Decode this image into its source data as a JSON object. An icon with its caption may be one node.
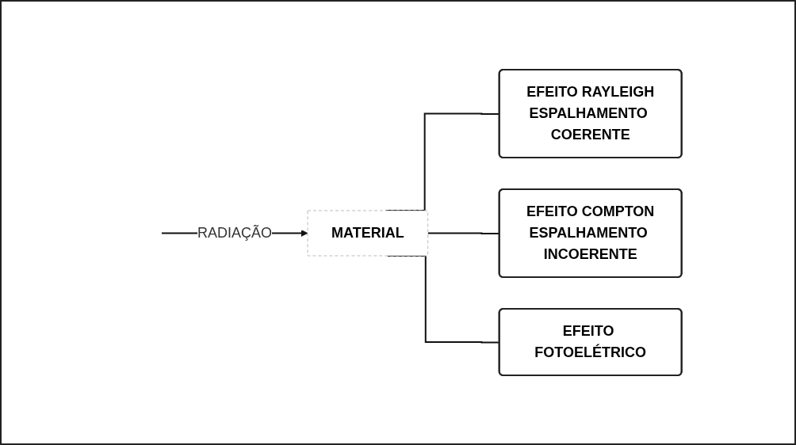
{
  "diagram": {
    "nodes": [
      {
        "text": [
          "MATERIAL"
        ]
      },
      {
        "text": [
          "EFEITO RAYLEIGH",
          "ESPALHAMENTO COERENTE"
        ]
      },
      {
        "text": [
          "EFEITO COMPTON",
          "ESPALHAMENTO INCOERENTE"
        ]
      },
      {
        "text": [
          "EFEITO FOTOELÉTRICO"
        ]
      }
    ],
    "edges": [
      {
        "from": null,
        "to": 0,
        "label": "RADIAÇÃO",
        "arrow": "to"
      },
      {
        "from": 0,
        "to": 1,
        "arrow": "none"
      },
      {
        "from": 0,
        "to": 2,
        "arrow": "none"
      },
      {
        "from": 0,
        "to": 3,
        "arrow": "none"
      }
    ]
  }
}
